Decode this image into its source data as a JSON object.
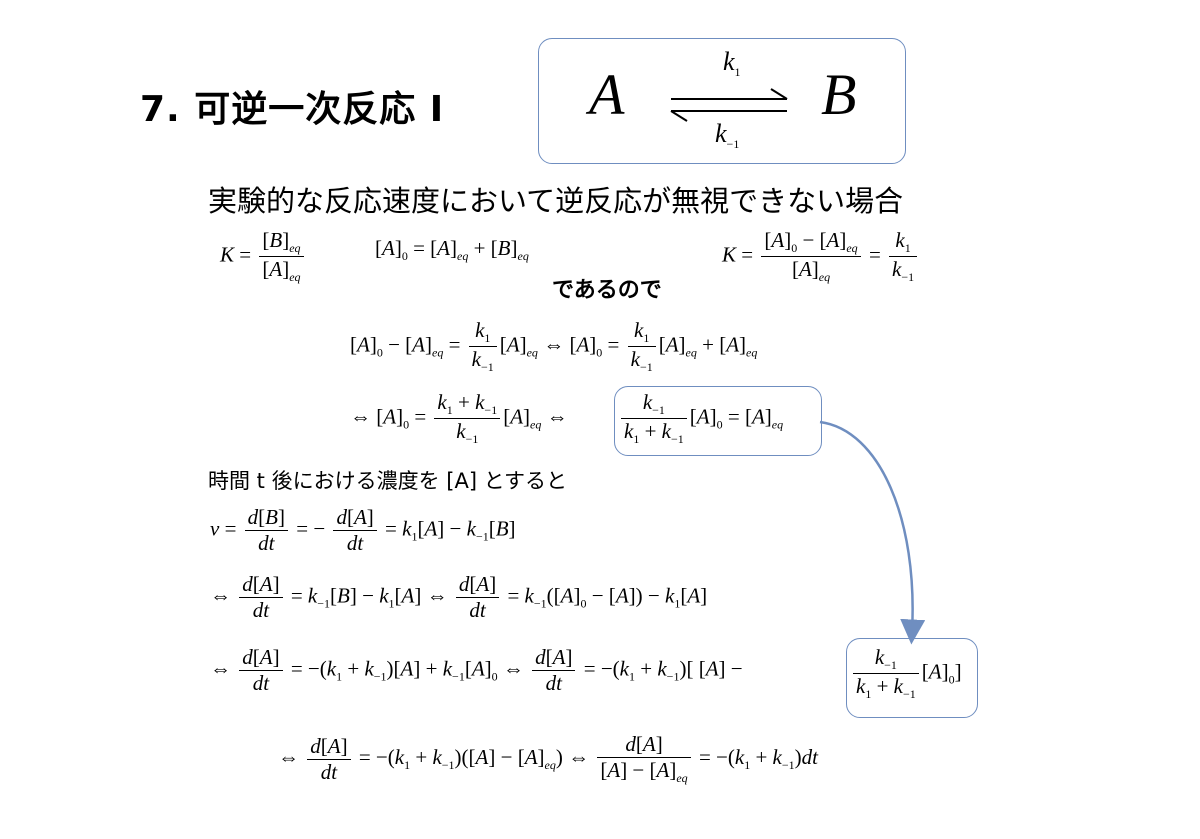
{
  "title": "7. 可逆一次反応 I",
  "reaction": {
    "reactant": "A",
    "product": "B",
    "k_forward": "k",
    "k_forward_sub": "1",
    "k_reverse": "k",
    "k_reverse_sub": "−1"
  },
  "subtitle": "実験的な反応速度において逆反応が無視できない場合",
  "middle_text": "であるので",
  "time_text": "時間 t 後における濃度を [A] とすると",
  "colors": {
    "box_border": "#6f8ec0",
    "arrow": "#6f8ec0"
  }
}
